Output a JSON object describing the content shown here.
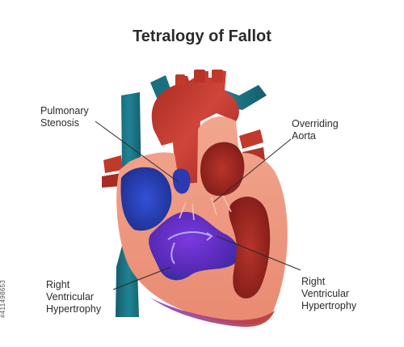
{
  "title": "Tetralogy of Fallot",
  "labels": {
    "pulmonary_stenosis": [
      "Pulmonary",
      "Stenosis"
    ],
    "overriding_aorta": [
      "Overriding",
      "Aorta"
    ],
    "rvh_left": [
      "Right",
      "Ventricular",
      "Hypertrophy"
    ],
    "rvh_right": [
      "Right",
      "Ventricular",
      "Hypertrophy"
    ]
  },
  "stock_id": "#411498653",
  "colors": {
    "vein_teal": "#1c7282",
    "artery_red": "#c0392b",
    "muscle_salmon": "#ef9b82",
    "deoxygenated_blue": "#2d46c4",
    "mixed_purple": "#6b2fc0",
    "pointer_line": "#2b2b2b"
  }
}
